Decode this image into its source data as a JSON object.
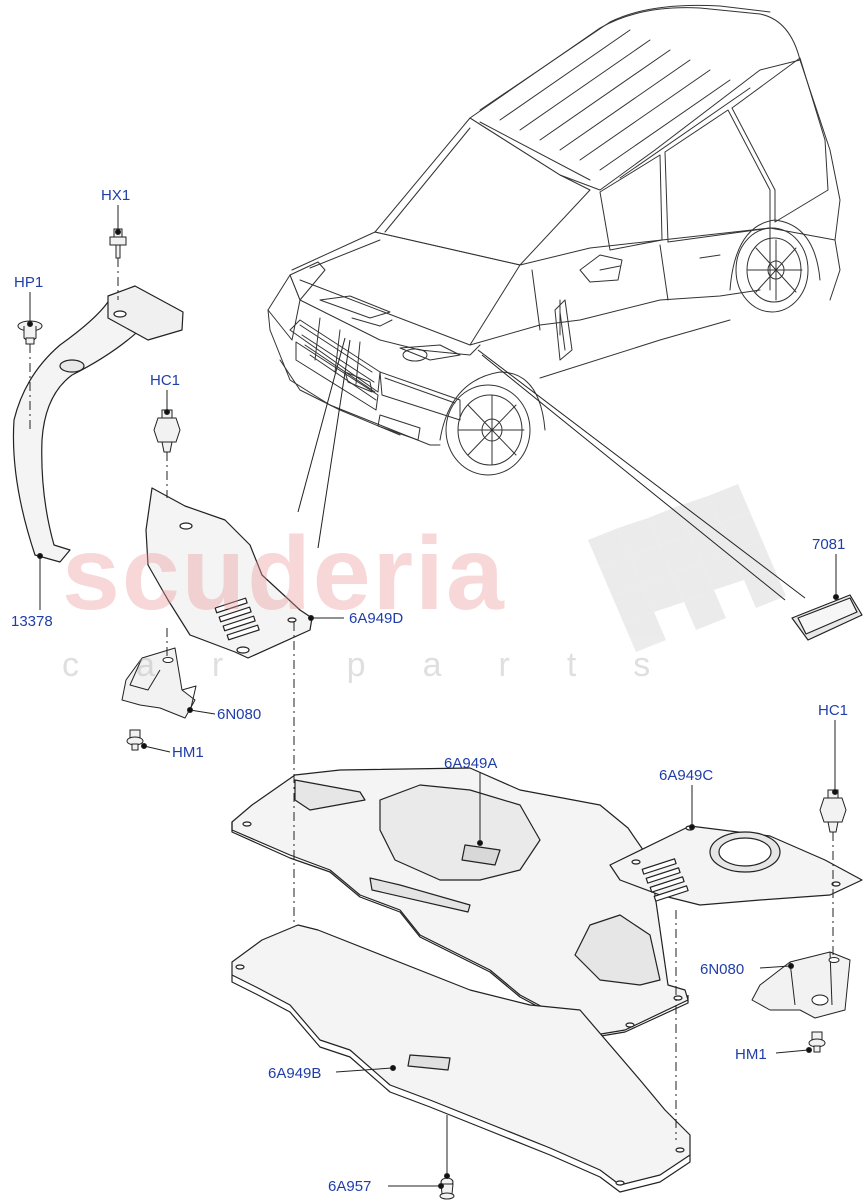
{
  "watermark": {
    "brand": "scuderia",
    "sub": "car parts"
  },
  "callouts": {
    "hx1": "HX1",
    "hp1": "HP1",
    "hc1_left": "HC1",
    "part_13378": "13378",
    "part_6a949d": "6A949D",
    "part_6n080_left": "6N080",
    "hm1_left": "HM1",
    "part_7081": "7081",
    "hc1_right": "HC1",
    "part_6a949a": "6A949A",
    "part_6a949c": "6A949C",
    "part_6n080_right": "6N080",
    "hm1_right": "HM1",
    "part_6a949b": "6A949B",
    "part_6a957": "6A957"
  },
  "colors": {
    "callout_text": "#1f3ea8",
    "line": "#1a1a1a",
    "part_fill": "#f4f4f4",
    "part_shade": "#d8d8d8",
    "watermark_red": "#e99696",
    "watermark_grey": "#aaaaaa"
  }
}
